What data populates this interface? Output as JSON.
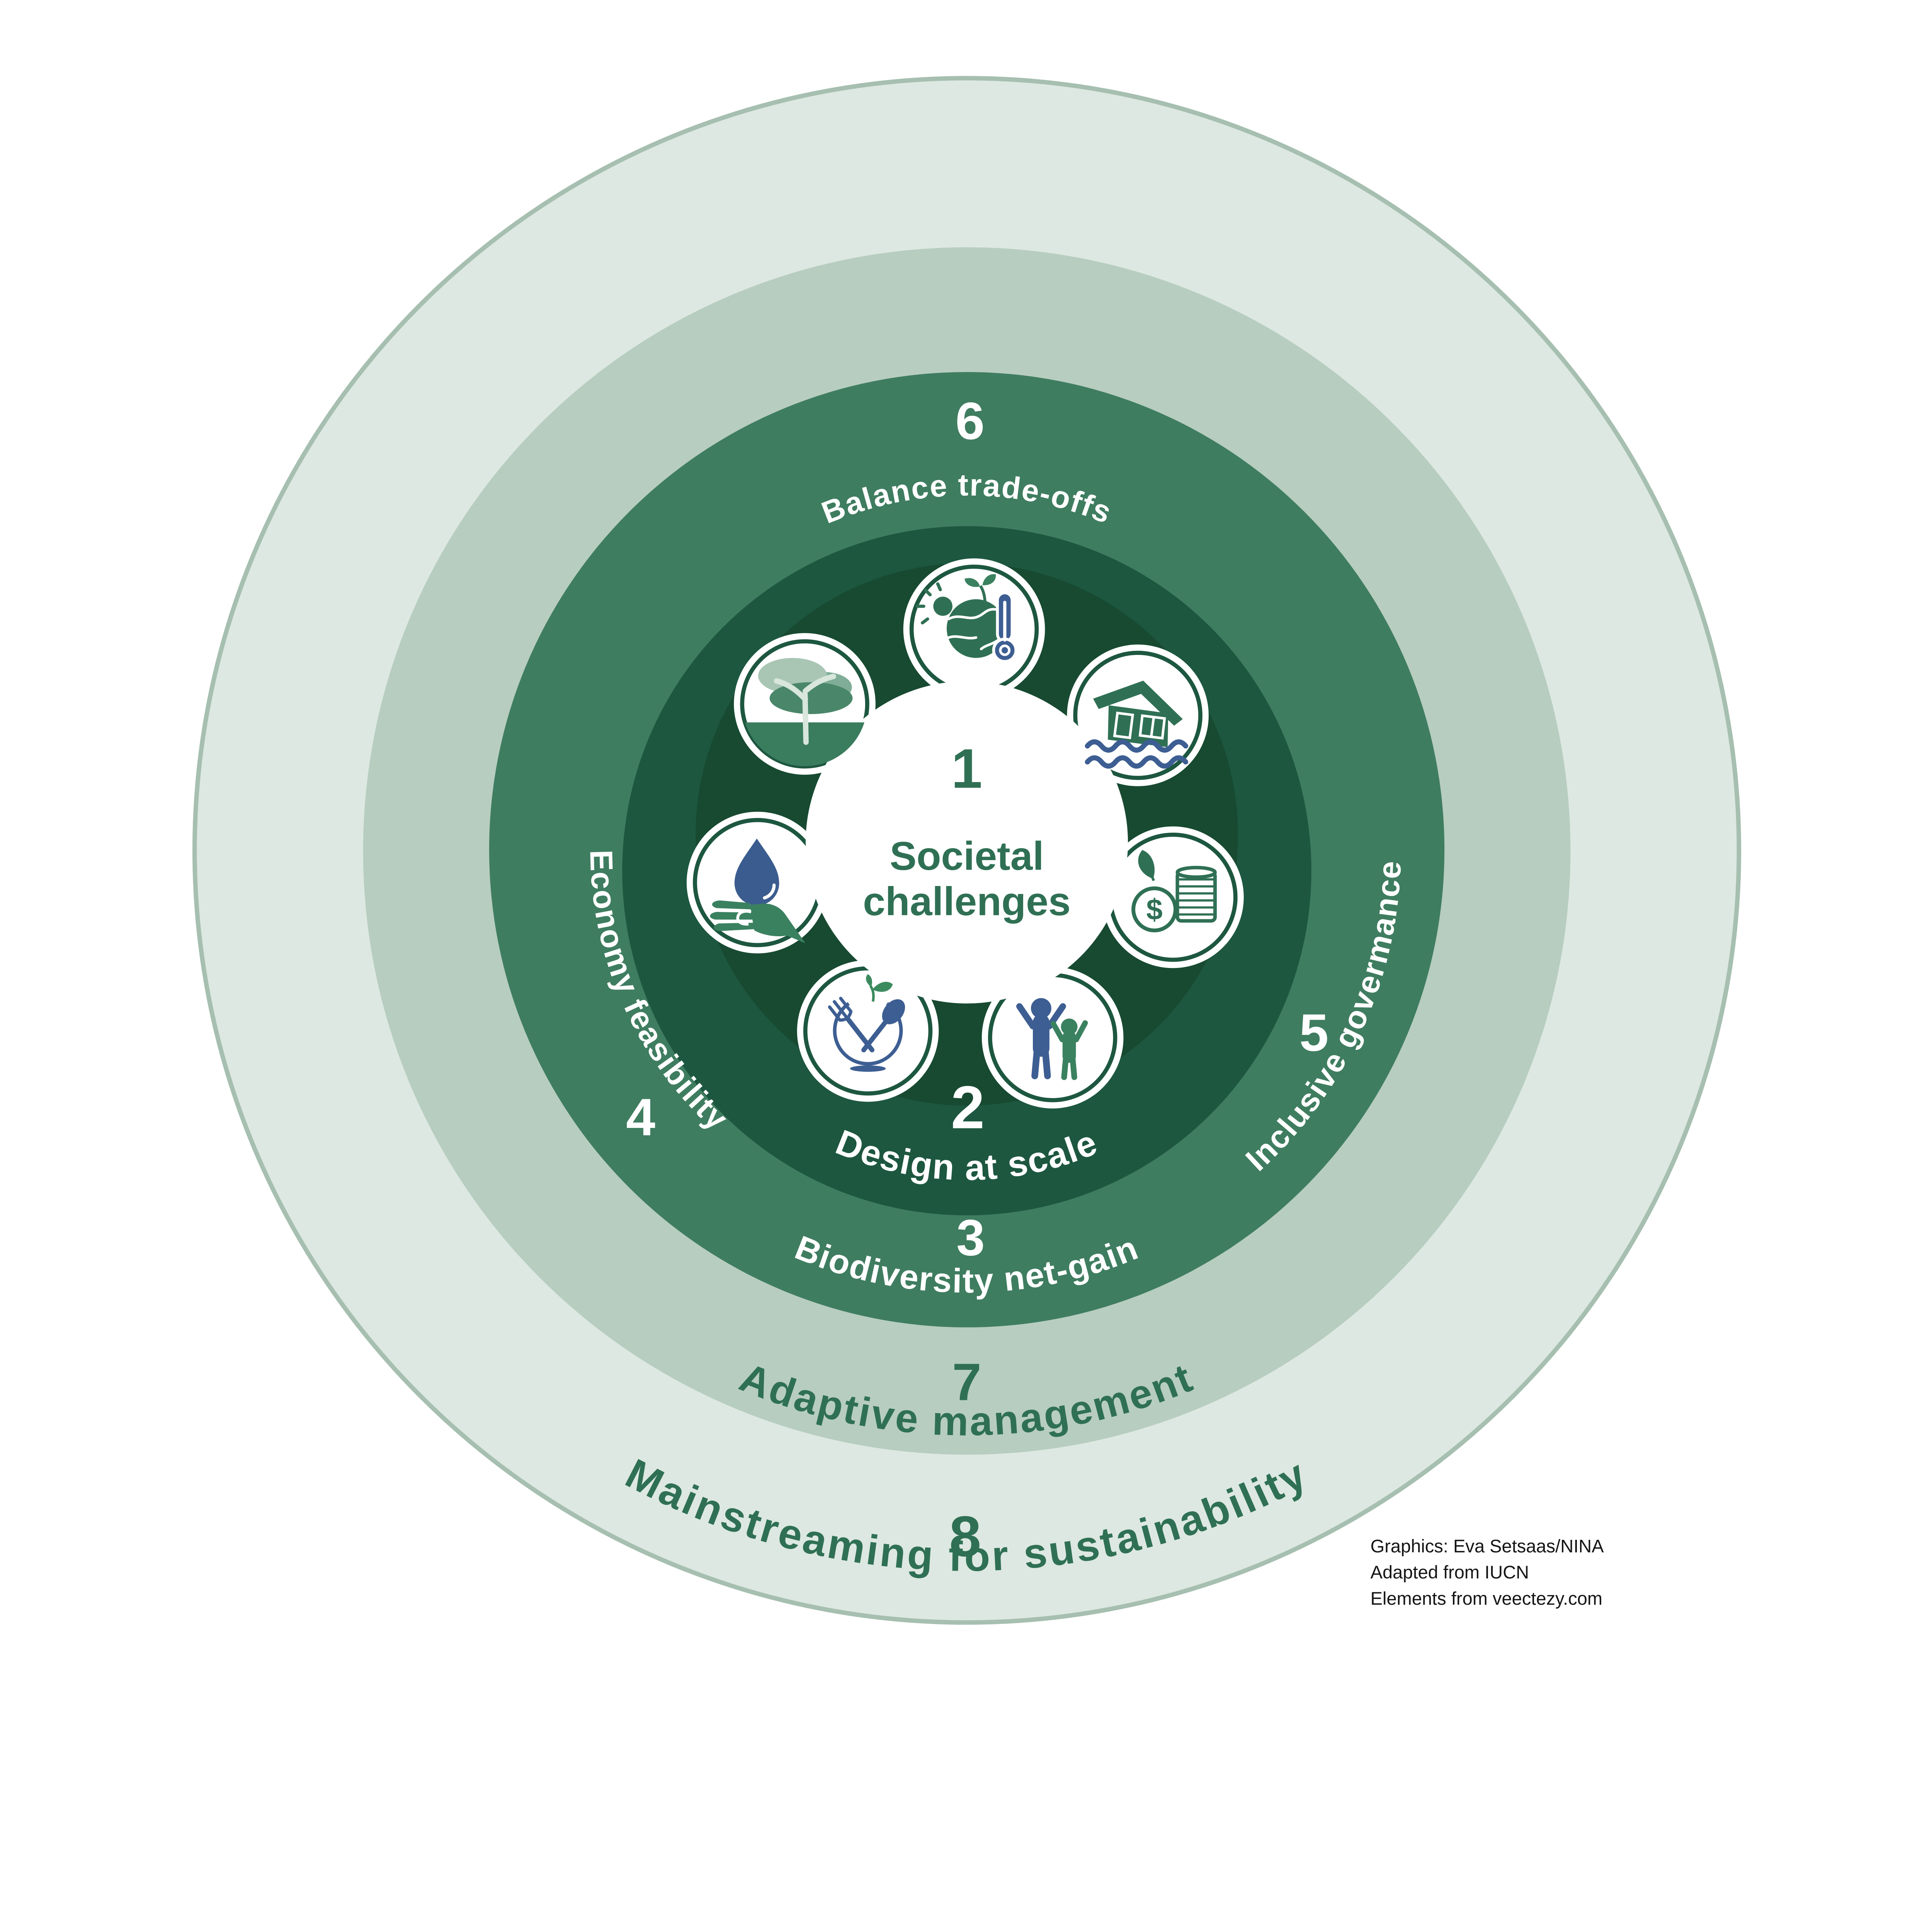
{
  "figure": {
    "center": {
      "number": "1",
      "title_line1": "Societal",
      "title_line2": "challenges"
    },
    "criteria": [
      {
        "number": "2",
        "label": "Design at scale"
      },
      {
        "number": "3",
        "label": "Biodiversity net-gain"
      },
      {
        "number": "4",
        "label": "Economy feasibility"
      },
      {
        "number": "5",
        "label": "Inclusive govermance"
      },
      {
        "number": "6",
        "label": "Balance trade-offs"
      },
      {
        "number": "7",
        "label": "Adaptive management"
      },
      {
        "number": "8",
        "label": "Mainstreaming for sustainability"
      }
    ],
    "icons": [
      {
        "name": "tree-ecosystem-icon"
      },
      {
        "name": "globe-thermometer-icon"
      },
      {
        "name": "flooded-house-icon"
      },
      {
        "name": "coins-economy-icon"
      },
      {
        "name": "people-wellbeing-icon"
      },
      {
        "name": "food-security-icon"
      },
      {
        "name": "water-drop-hand-icon"
      }
    ],
    "coin_symbol": "$"
  },
  "credits": {
    "line1": "Graphics: Eva Setsaas/NINA",
    "line2": "Adapted from IUCN",
    "line3": "Elements from veectezy.com"
  },
  "colors": {
    "ring8_lightest": "#DDE8E2",
    "ring7_sage": "#B7CDC0",
    "ring_mid_green": "#3F7D60",
    "ring_dark_green": "#1D5740",
    "ring_darkest_green": "#174A31",
    "accent_green": "#2F7054",
    "leaf_green": "#3A8160",
    "accent_blue": "#3D5E92",
    "outer_border": "#A6BFB0",
    "text_white": "#FFFFFF",
    "credit_text": "#151515"
  }
}
